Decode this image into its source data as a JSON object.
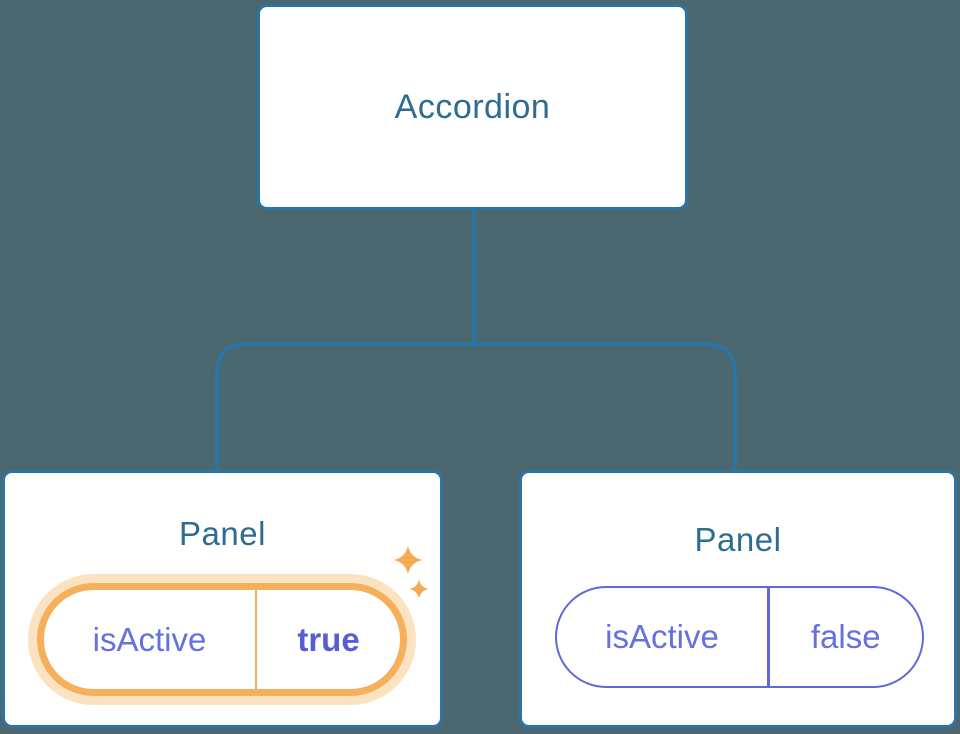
{
  "diagram": {
    "description": "React component tree: Accordion parent with two Panel children holding isActive state",
    "root_component": {
      "label": "Accordion"
    },
    "children": [
      {
        "label": "Panel",
        "state": {
          "name": "isActive",
          "value": "true",
          "highlighted": true
        },
        "icons": [
          "sparkle-icon-large",
          "sparkle-icon-small"
        ]
      },
      {
        "label": "Panel",
        "state": {
          "name": "isActive",
          "value": "false",
          "highlighted": false
        },
        "icons": []
      }
    ],
    "colors": {
      "background": "#4b6770",
      "node_fill": "#ffffff",
      "node_border_blue": "#2c74a4",
      "connector_blue": "#2c74a4",
      "node_label_blue": "#2e6c92",
      "state_purple_border": "#6169d6",
      "state_purple_text": "#6471de",
      "state_value_purple": "#575ed4",
      "highlight_orange": "#f6b05c",
      "highlight_halo": "#fbe3c1",
      "highlight_divider": "#f2ae58",
      "sparkle_orange": "#f4ab4f"
    }
  }
}
